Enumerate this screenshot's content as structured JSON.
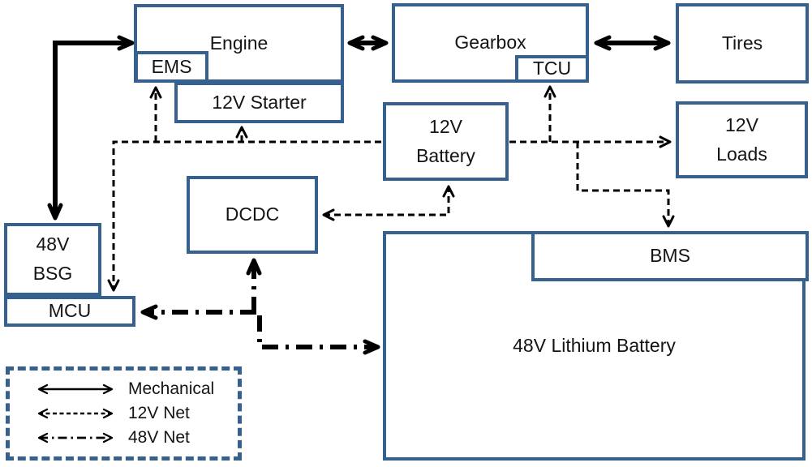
{
  "nodes": {
    "engine": {
      "label": "Engine"
    },
    "ems": {
      "label": "EMS"
    },
    "starter": {
      "label": "12V Starter"
    },
    "gearbox": {
      "label": "Gearbox"
    },
    "tcu": {
      "label": "TCU"
    },
    "tires": {
      "label": "Tires"
    },
    "battery12": {
      "label": "12V\nBattery"
    },
    "loads12": {
      "label": "12V\nLoads"
    },
    "dcdc": {
      "label": "DCDC"
    },
    "bsg": {
      "label": "48V\nBSG"
    },
    "mcu": {
      "label": "MCU"
    },
    "bms": {
      "label": "BMS"
    },
    "battery48": {
      "label": "48V Lithium Battery"
    }
  },
  "legend": {
    "items": [
      {
        "type": "mechanical",
        "label": "Mechanical"
      },
      {
        "type": "12v-net",
        "label": "12V Net"
      },
      {
        "type": "48v-net",
        "label": "48V Net"
      }
    ]
  },
  "colors": {
    "box_border": "#36618f",
    "connector": "#000000",
    "background": "#ffffff"
  }
}
